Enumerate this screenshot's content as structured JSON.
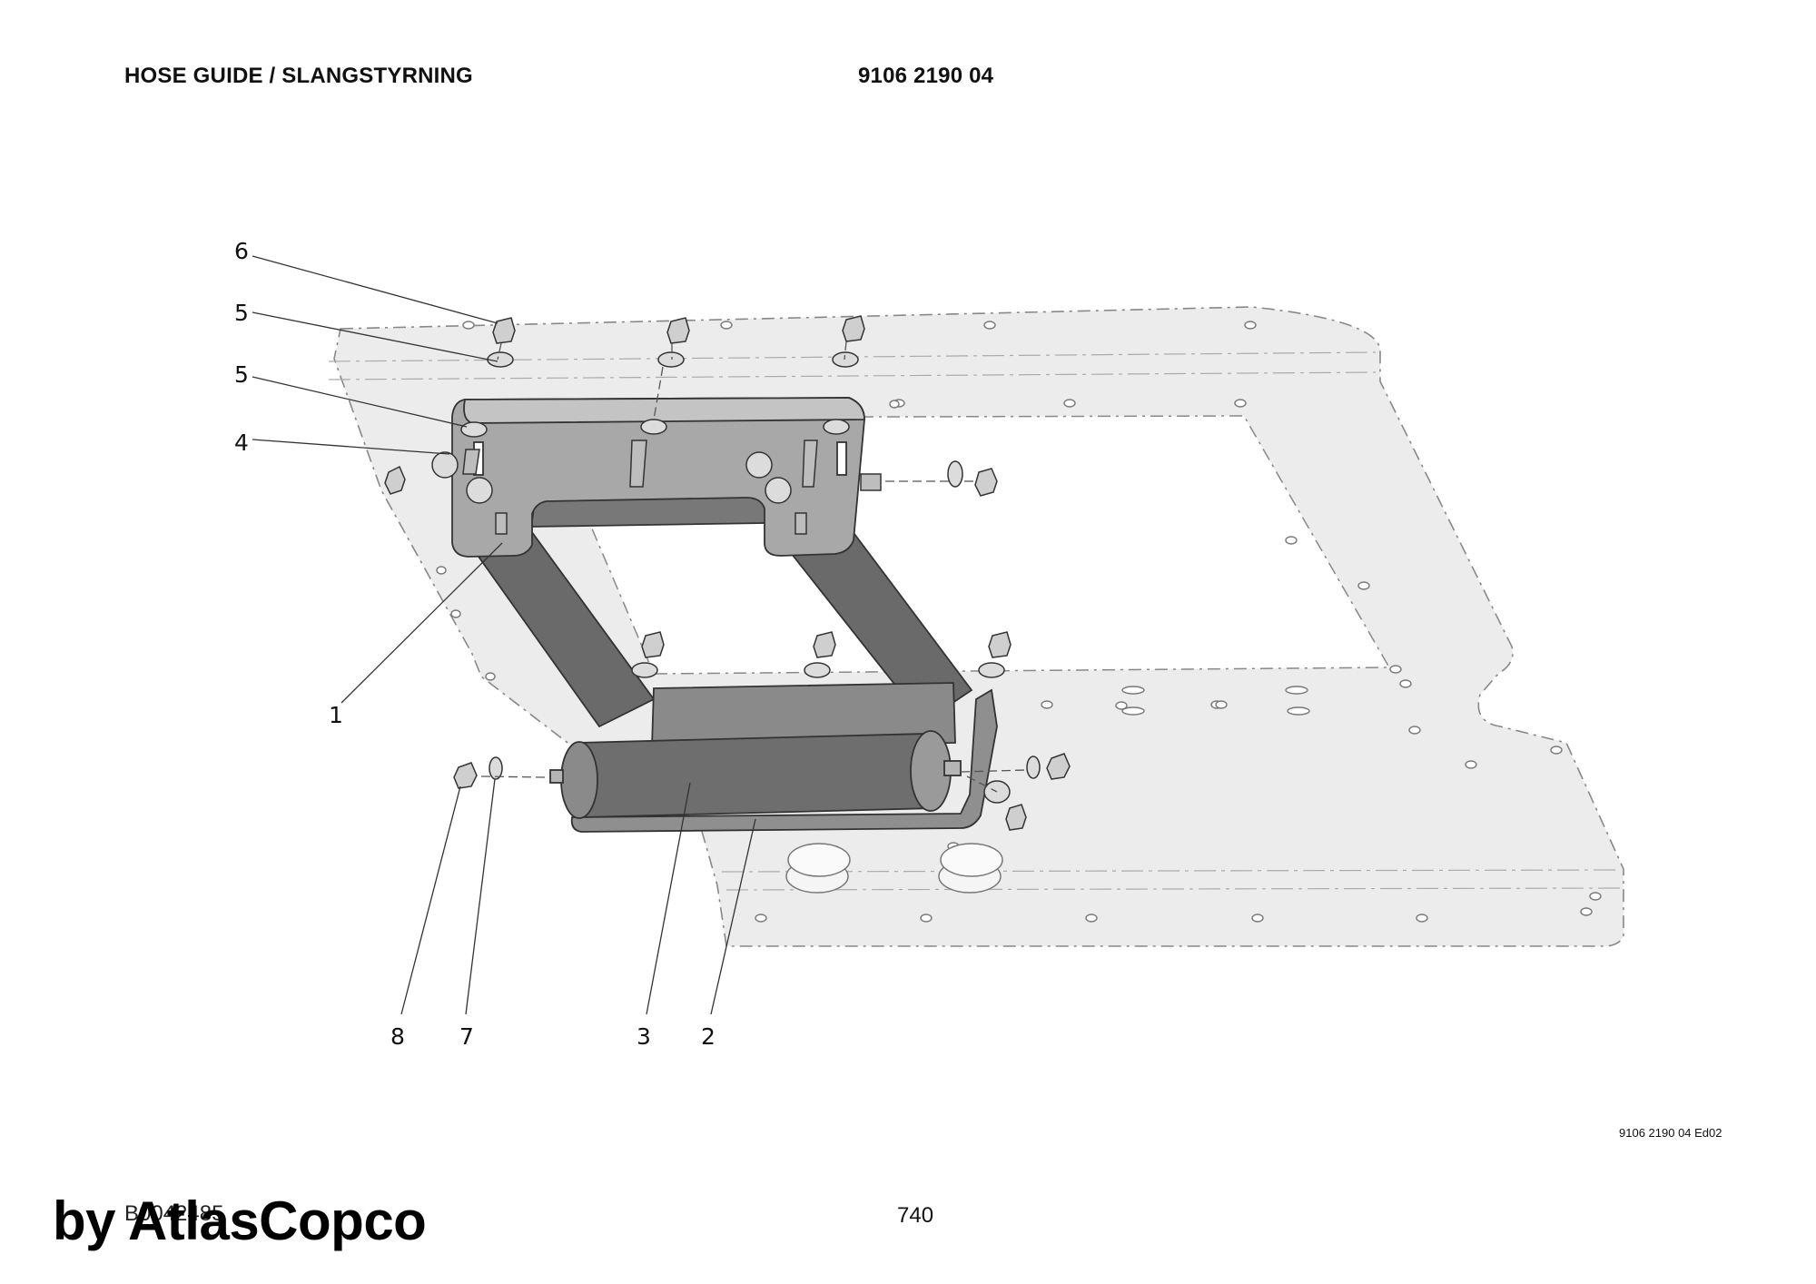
{
  "header": {
    "title": "HOSE GUIDE / SLANGSTYRNING",
    "part_number": "9106 2190 04"
  },
  "callouts": [
    "6",
    "5",
    "5",
    "4",
    "1",
    "8",
    "7",
    "3",
    "2"
  ],
  "footer": {
    "edition": "9106 2190 04 Ed02",
    "doc_ref": "B0042485",
    "page_number": "740",
    "watermark": "by AtlasCopco"
  }
}
